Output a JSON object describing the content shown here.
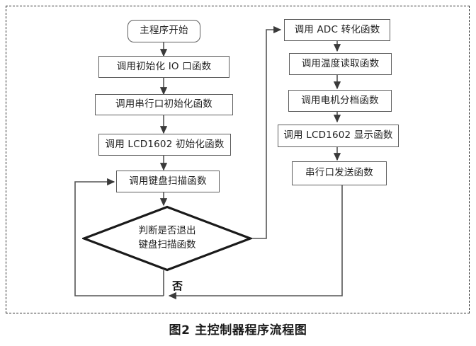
{
  "figure": {
    "caption": "图2 主控制器程序流程图",
    "frame_style": "dashed",
    "frame_color": "#2c2c2c",
    "background_color": "#ffffff",
    "node_border_color": "#5d5d5d",
    "connector_color": "#555555",
    "decision_border_color": "#1a1a1a",
    "text_color": "#222222"
  },
  "nodes": {
    "start": {
      "label": "主程序开始",
      "shape": "terminator"
    },
    "init_io": {
      "label": "调用初始化 IO 口函数",
      "shape": "process"
    },
    "init_uart": {
      "label": "调用串行口初始化函数",
      "shape": "process"
    },
    "init_lcd": {
      "label": "调用 LCD1602 初始化函数",
      "shape": "process"
    },
    "key_scan": {
      "label": "调用键盘扫描函数",
      "shape": "process"
    },
    "decision": {
      "label_line1": "判断是否退出",
      "label_line2": "键盘扫描函数",
      "shape": "decision"
    },
    "adc": {
      "label": "调用 ADC 转化函数",
      "shape": "process"
    },
    "temp_read": {
      "label": "调用温度读取函数",
      "shape": "process"
    },
    "motor_gear": {
      "label": "调用电机分档函数",
      "shape": "process"
    },
    "lcd_display": {
      "label": "调用 LCD1602 显示函数",
      "shape": "process"
    },
    "uart_send": {
      "label": "串行口发送函数",
      "shape": "process"
    }
  },
  "edge_labels": {
    "no_branch": "否"
  }
}
